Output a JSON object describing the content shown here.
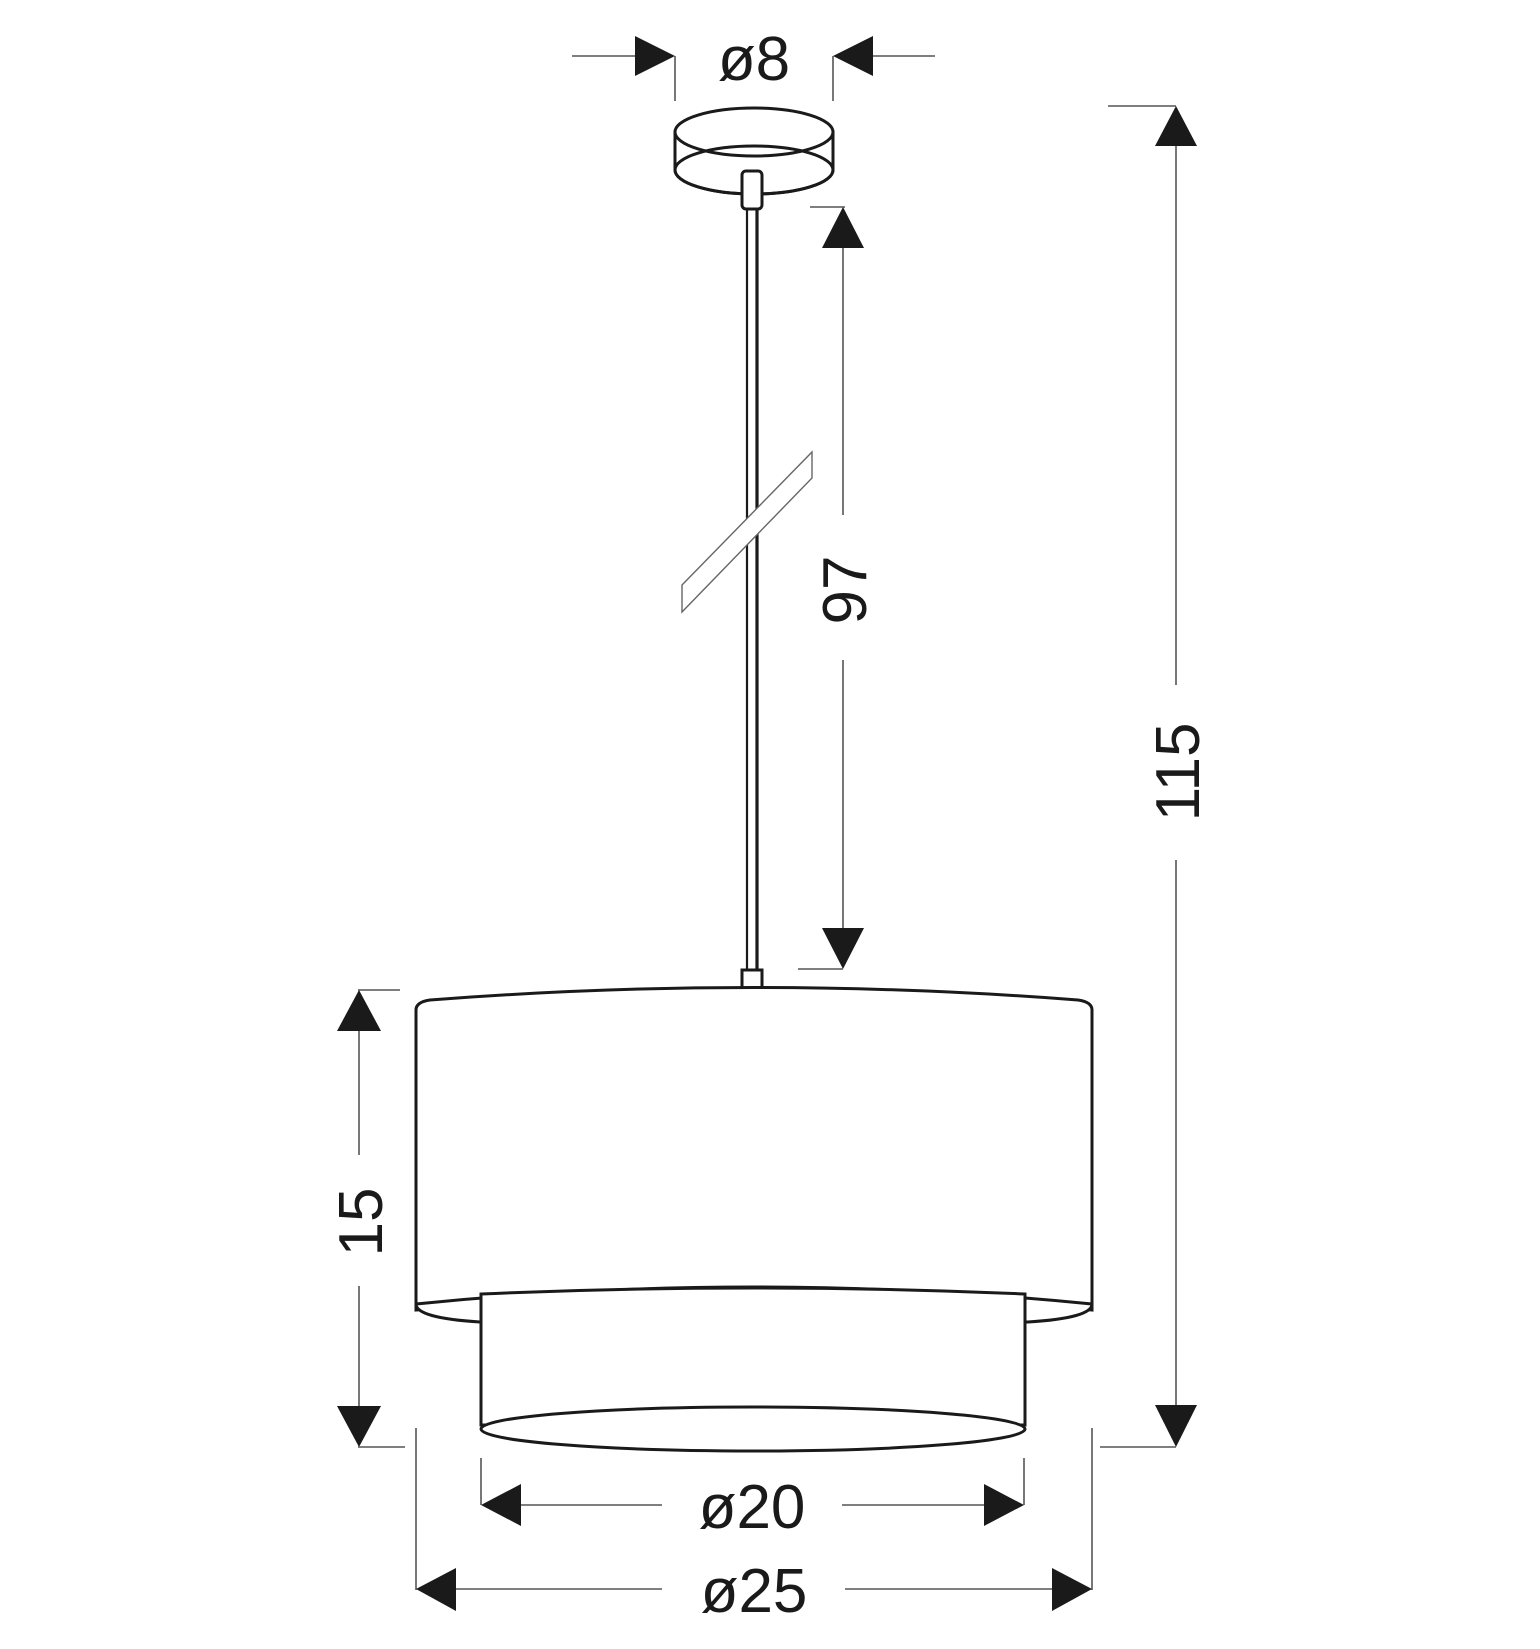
{
  "diagram": {
    "subject": "Pendant lamp dimension drawing",
    "dimensions": {
      "canopy_diameter": "ø8",
      "rod_length": "97",
      "total_height": "115",
      "shade_height": "15",
      "inner_shade_diameter": "ø20",
      "outer_shade_diameter": "ø25"
    },
    "colors": {
      "line": "#1a1a1a",
      "dimension_line": "#555555",
      "background": "#ffffff"
    }
  }
}
